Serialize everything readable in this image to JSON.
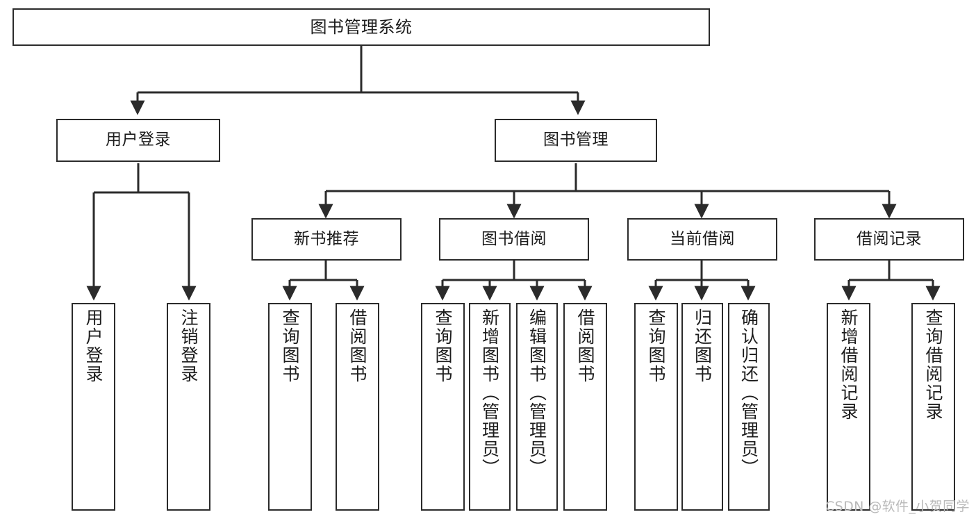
{
  "diagram": {
    "title": "图书管理系统",
    "type": "功能结构图",
    "watermark": "CSDN @软件_小贺同学",
    "colors": {
      "stroke": "#2b2b2b",
      "fill": "#ffffff",
      "text": "#1c1c1c",
      "watermark": "#b9b9b9"
    },
    "root": {
      "id": "root",
      "label": "图书管理系统"
    },
    "level1": [
      {
        "id": "user-login",
        "label": "用户登录"
      },
      {
        "id": "book-manage",
        "label": "图书管理"
      }
    ],
    "level2": [
      {
        "id": "new-book-recommend",
        "label": "新书推荐",
        "parent": "book-manage"
      },
      {
        "id": "book-borrow",
        "label": "图书借阅",
        "parent": "book-manage"
      },
      {
        "id": "current-borrow",
        "label": "当前借阅",
        "parent": "book-manage"
      },
      {
        "id": "borrow-record",
        "label": "借阅记录",
        "parent": "book-manage"
      }
    ],
    "leaves": [
      {
        "id": "leaf-user-login",
        "label": "用户登录",
        "parent": "user-login"
      },
      {
        "id": "leaf-user-logout",
        "label": "注销登录",
        "parent": "user-login"
      },
      {
        "id": "leaf-query-book-1",
        "label": "查询图书",
        "parent": "new-book-recommend"
      },
      {
        "id": "leaf-borrow-book-1",
        "label": "借阅图书",
        "parent": "new-book-recommend"
      },
      {
        "id": "leaf-query-book-2",
        "label": "查询图书",
        "parent": "book-borrow"
      },
      {
        "id": "leaf-add-book",
        "label": "新增图书（管理员）",
        "parent": "book-borrow"
      },
      {
        "id": "leaf-edit-book",
        "label": "编辑图书（管理员）",
        "parent": "book-borrow"
      },
      {
        "id": "leaf-borrow-book-2",
        "label": "借阅图书",
        "parent": "book-borrow"
      },
      {
        "id": "leaf-query-book-3",
        "label": "查询图书",
        "parent": "current-borrow"
      },
      {
        "id": "leaf-return-book",
        "label": "归还图书",
        "parent": "current-borrow"
      },
      {
        "id": "leaf-confirm-return",
        "label": "确认归还（管理员）",
        "parent": "current-borrow"
      },
      {
        "id": "leaf-add-record",
        "label": "新增借阅记录",
        "parent": "borrow-record"
      },
      {
        "id": "leaf-query-record",
        "label": "查询借阅记录",
        "parent": "borrow-record"
      }
    ]
  }
}
